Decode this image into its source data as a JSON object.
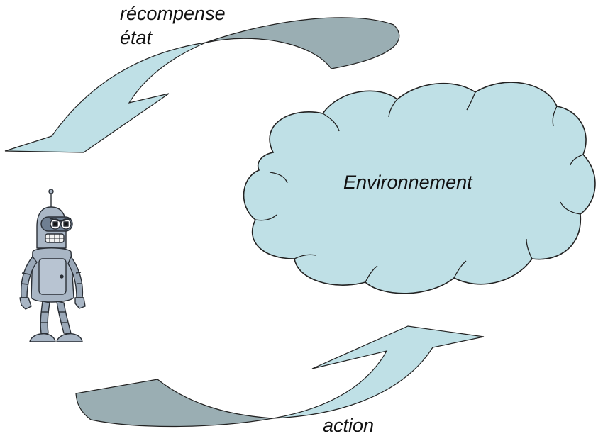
{
  "labels": {
    "reward": "récompense",
    "state": "état",
    "environment": "Environnement",
    "action": "action"
  },
  "icons": {
    "agent": "robot-agent-icon"
  },
  "colors": {
    "arrow_light": "#bfe0e6",
    "arrow_dark": "#9aaeb3",
    "cloud_fill": "#bfe0e6",
    "outline": "#222222",
    "robot_body": "#a9b6c5",
    "robot_dark": "#6f7f92"
  }
}
